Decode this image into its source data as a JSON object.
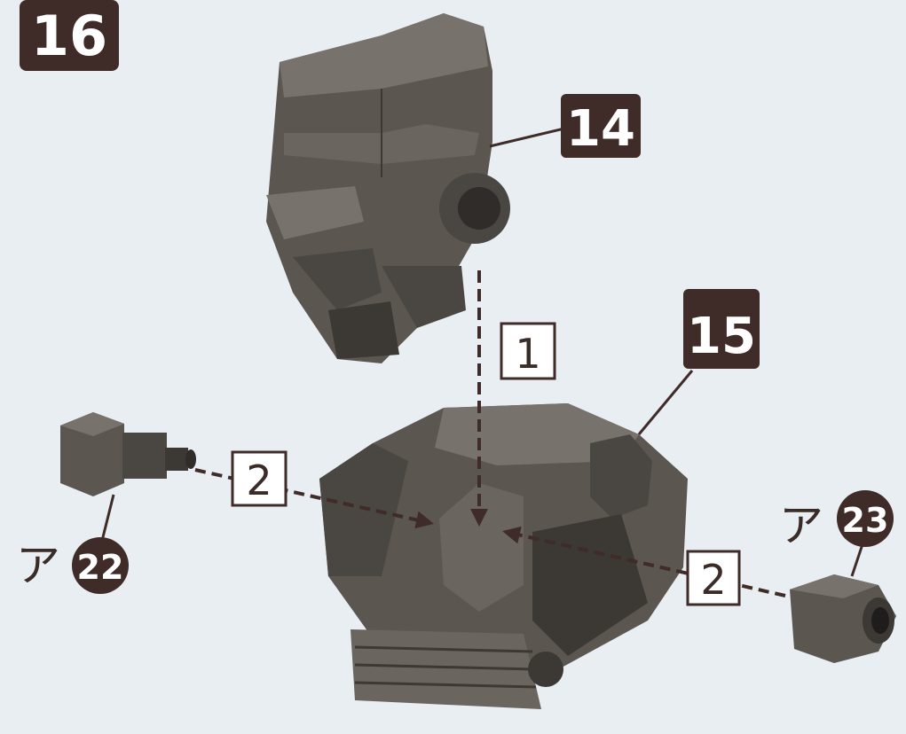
{
  "step": {
    "number": "16"
  },
  "parts": [
    {
      "id": "14"
    },
    {
      "id": "15"
    }
  ],
  "runners": [
    {
      "letter": "ア",
      "number": "22"
    },
    {
      "letter": "ア",
      "number": "23"
    }
  ],
  "order_steps": [
    "1",
    "2",
    "2"
  ],
  "colors": {
    "badge": "#3f2b27",
    "part_body": "#5b5650",
    "part_shadow": "#3c3834",
    "part_highlight": "#77726b",
    "background": "#e8eef1",
    "arrow": "#3f2b27"
  }
}
